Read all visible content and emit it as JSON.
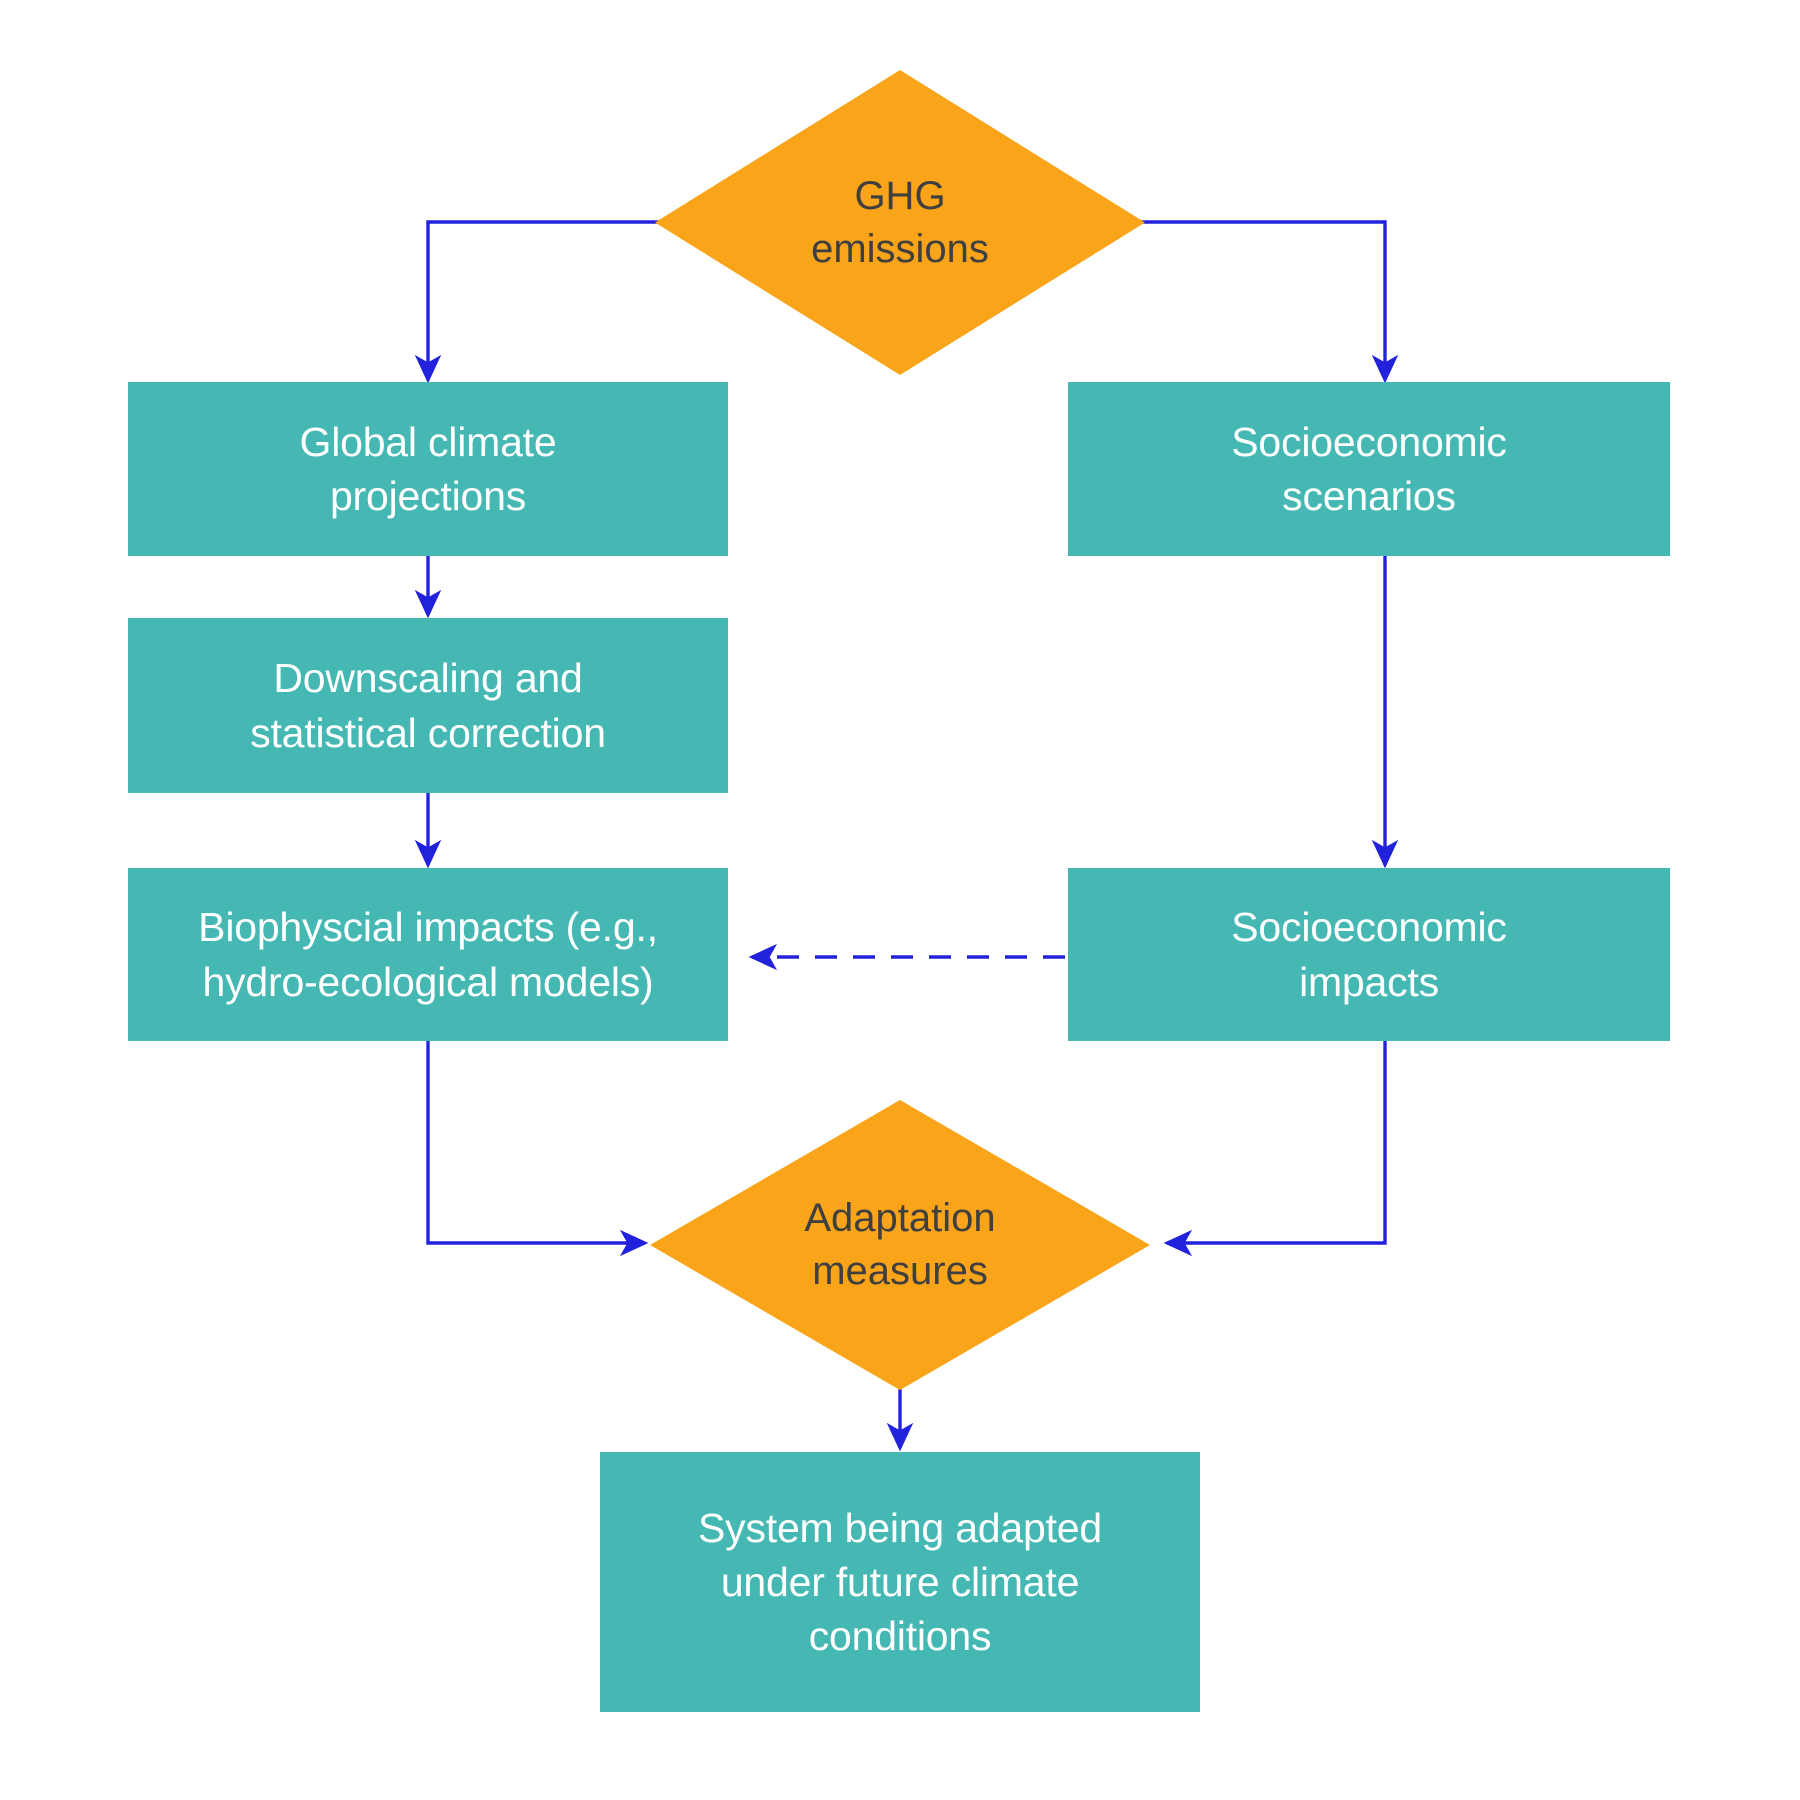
{
  "diagram": {
    "title": "Climate change impact and adaptation assessment flowchart",
    "colors": {
      "process_box_fill": "#45b8b4",
      "decision_diamond_fill": "#faa41a",
      "box_text": "#ffffff",
      "diamond_text": "#3f3f3f",
      "connector": "#2222dd",
      "background": "#ffffff"
    },
    "nodes": [
      {
        "id": "ghg",
        "shape": "diamond",
        "label": "GHG\nemissions"
      },
      {
        "id": "gcp",
        "shape": "rect",
        "label": "Global climate\nprojections"
      },
      {
        "id": "socio_sc",
        "shape": "rect",
        "label": "Socioeconomic\nscenarios"
      },
      {
        "id": "downscale",
        "shape": "rect",
        "label": "Downscaling and\nstatistical correction"
      },
      {
        "id": "biophys",
        "shape": "rect",
        "label": "Biophyscial impacts (e.g.,\nhydro-ecological models)"
      },
      {
        "id": "socio_im",
        "shape": "rect",
        "label": "Socioeconomic\nimpacts"
      },
      {
        "id": "adapt",
        "shape": "diamond",
        "label": "Adaptation\nmeasures"
      },
      {
        "id": "system",
        "shape": "rect",
        "label": "System being adapted\nunder future climate\nconditions"
      }
    ],
    "edges": [
      {
        "id": "e1",
        "from": "ghg",
        "to": "gcp",
        "style": "solid"
      },
      {
        "id": "e2",
        "from": "ghg",
        "to": "socio_sc",
        "style": "solid"
      },
      {
        "id": "e3",
        "from": "gcp",
        "to": "downscale",
        "style": "solid"
      },
      {
        "id": "e4",
        "from": "downscale",
        "to": "biophys",
        "style": "solid"
      },
      {
        "id": "e5",
        "from": "socio_sc",
        "to": "socio_im",
        "style": "solid"
      },
      {
        "id": "e6",
        "from": "socio_im",
        "to": "biophys",
        "style": "dashed"
      },
      {
        "id": "e7",
        "from": "biophys",
        "to": "adapt",
        "style": "solid"
      },
      {
        "id": "e8",
        "from": "socio_im",
        "to": "adapt",
        "style": "solid"
      },
      {
        "id": "e9",
        "from": "adapt",
        "to": "system",
        "style": "solid"
      }
    ]
  }
}
